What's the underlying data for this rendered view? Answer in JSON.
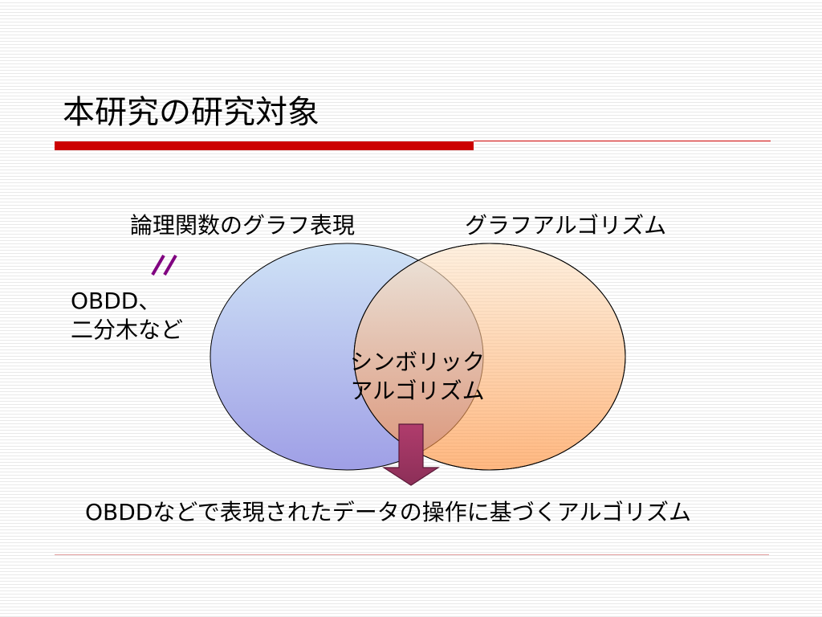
{
  "slide": {
    "title": "本研究の研究対象"
  },
  "venn": {
    "left_set_label": "論理関数のグラフ表現",
    "right_set_label": "グラフアルゴリズム",
    "left_note_line1": "OBDD、",
    "left_note_line2": "二分木など",
    "intersection_line1": "シンボリック",
    "intersection_line2": "アルゴリズム",
    "equivalence_mark": "//",
    "colors": {
      "left_circle_top": "#cfe3f6",
      "left_circle_bottom": "#9f9fe6",
      "right_circle_top": "#fde7cc",
      "right_circle_bottom": "#ff8c33",
      "arrow": "#9e3862",
      "equivalence_mark": "#800080",
      "title_bar": "#cc0000"
    }
  },
  "conclusion": "OBDDなどで表現されたデータの操作に基づくアルゴリズム"
}
